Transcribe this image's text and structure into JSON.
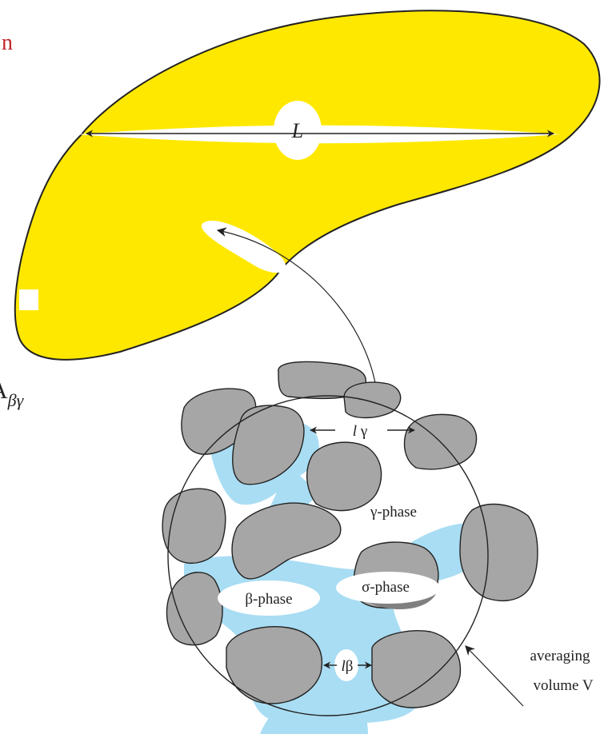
{
  "labels": {
    "corner_letter": "n",
    "length_L": "L",
    "area_symbol_base": "A",
    "area_symbol_sub": "βγ",
    "l_gamma_l": "l",
    "l_gamma_g": " γ",
    "gamma_phase": "γ-phase",
    "beta_phase": "β-phase",
    "sigma_phase": "σ-phase",
    "l_beta_l": "l",
    "l_beta_b": "β",
    "averaging_line1": "averaging",
    "averaging_line2": "volume V"
  },
  "colors": {
    "macro_body": "#ffe800",
    "beta_fluid": "#a9ddf3",
    "particle": "#a6a6a6",
    "corner_letter": "#c0272d",
    "outline": "#222222"
  }
}
